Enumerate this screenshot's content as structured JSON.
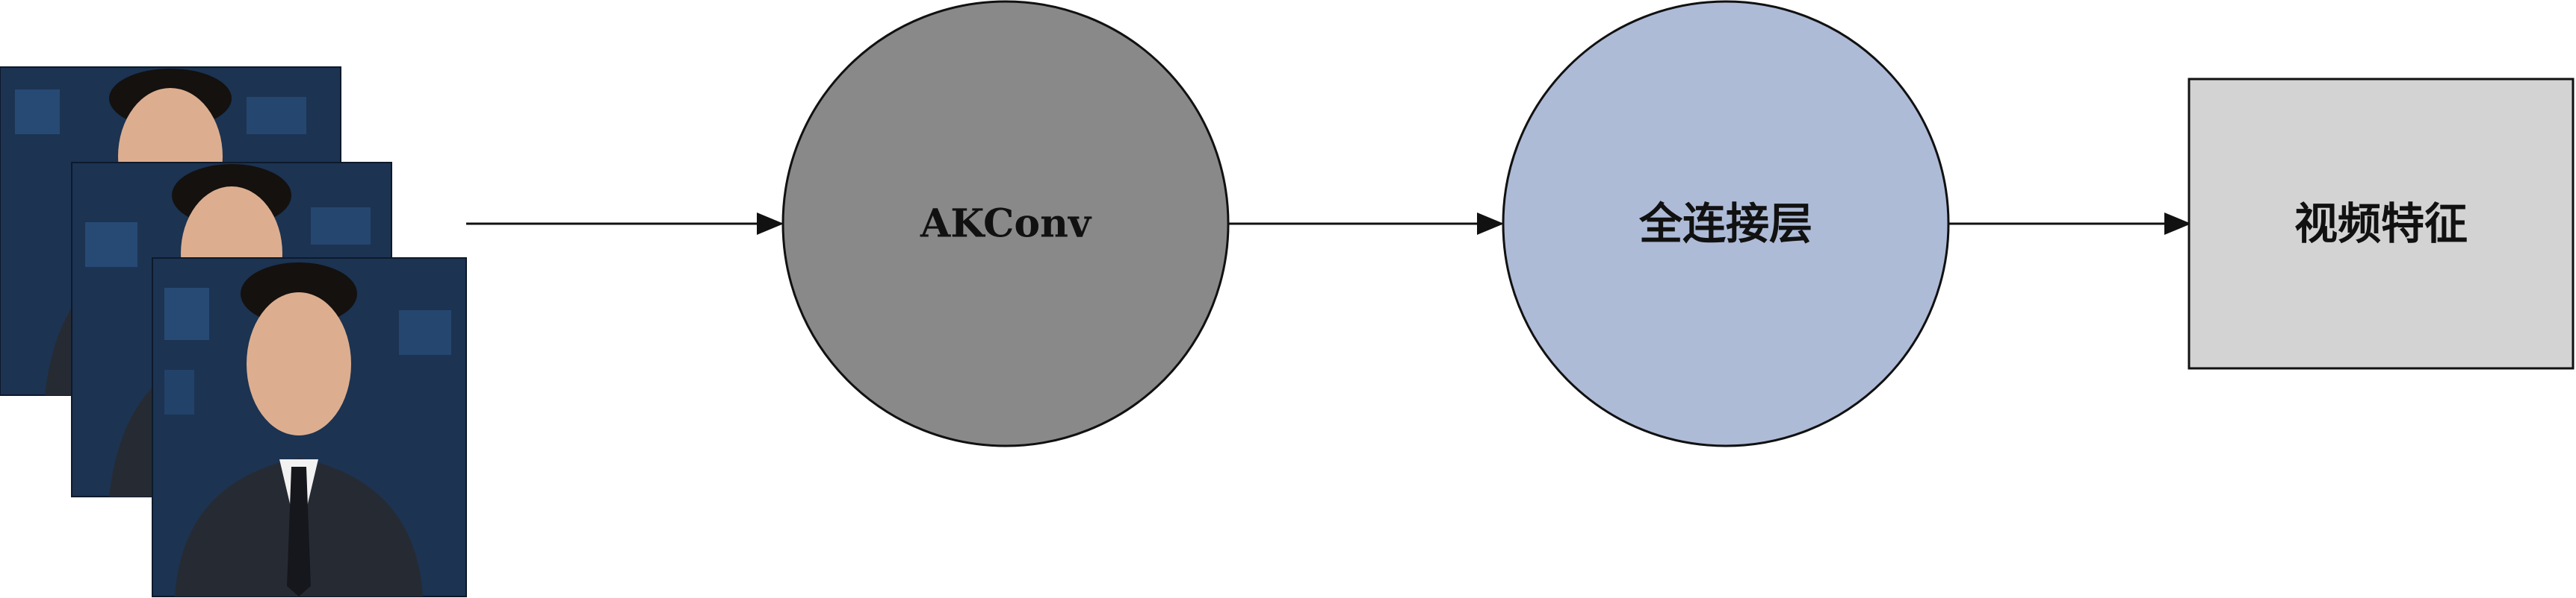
{
  "nodes": {
    "conv": {
      "label": "AKConv",
      "fill": "#898989"
    },
    "fc": {
      "label": "全连接层",
      "fill": "#adbbd7"
    },
    "output": {
      "label": "视频特征",
      "fill": "#d3d3d3"
    }
  },
  "input_frames": {
    "count": 3,
    "background": "#1c3352",
    "suit": "#262b33",
    "skin": "#dcae8f",
    "hair": "#14110f"
  },
  "colors": {
    "stroke": "#111111"
  }
}
